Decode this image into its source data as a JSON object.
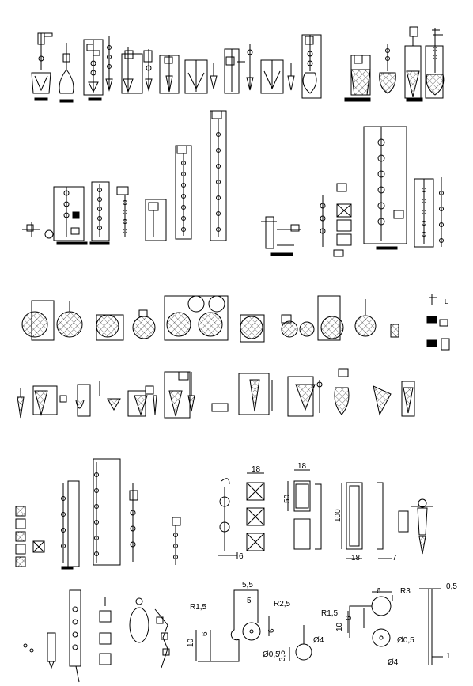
{
  "sheet": {
    "background": "#ffffff",
    "ink": "#000000"
  },
  "dimensions": {
    "d18_a": "18",
    "d18_b": "18",
    "d50": "50",
    "d6_a": "6",
    "d100": "100",
    "d18_c": "18",
    "d7": "7",
    "d5_5": "5,5",
    "d5": "5",
    "dR1_5_a": "R1,5",
    "dR2_5": "R2,5",
    "d6_b": "6",
    "d6_c": "6",
    "d10_a": "10",
    "d0_5_a": "Ø0,5",
    "d4_a": "Ø4",
    "d3_5": "3,5",
    "d6_d": "6",
    "dR3": "R3",
    "dR1_5_b": "R1,5",
    "d6_e": "6",
    "d10_b": "10",
    "d0_5_b": "Ø0,5",
    "d4_b": "Ø4",
    "d0_5_c": "0,5",
    "d1": "1",
    "dL": "L"
  }
}
